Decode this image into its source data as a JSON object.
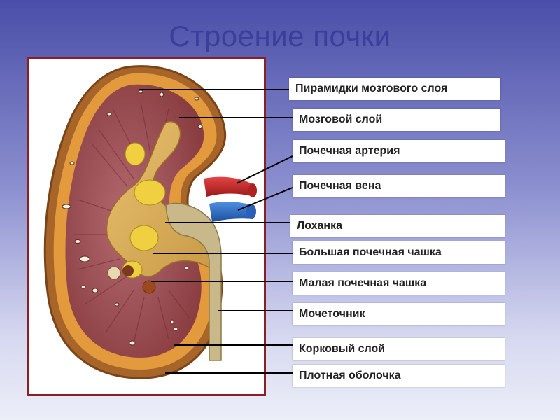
{
  "title": "Строение почки",
  "labels": {
    "pyramids": "Пирамидки мозгового слоя",
    "medulla": "Мозговой слой",
    "renal_artery": "Почечная артерия",
    "renal_vein": "Почечная вена",
    "pelvis": "Лоханка",
    "major_calyx": "Большая почечная чашка",
    "minor_calyx": "Малая почечная чашка",
    "ureter": "Мочеточник",
    "cortex": "Корковый слой",
    "capsule": "Плотная оболочка"
  },
  "colors": {
    "frame_border": "#8b1f24",
    "title": "#3b3f9a",
    "artery": "#cf2a2a",
    "vein": "#2a6fcf"
  }
}
